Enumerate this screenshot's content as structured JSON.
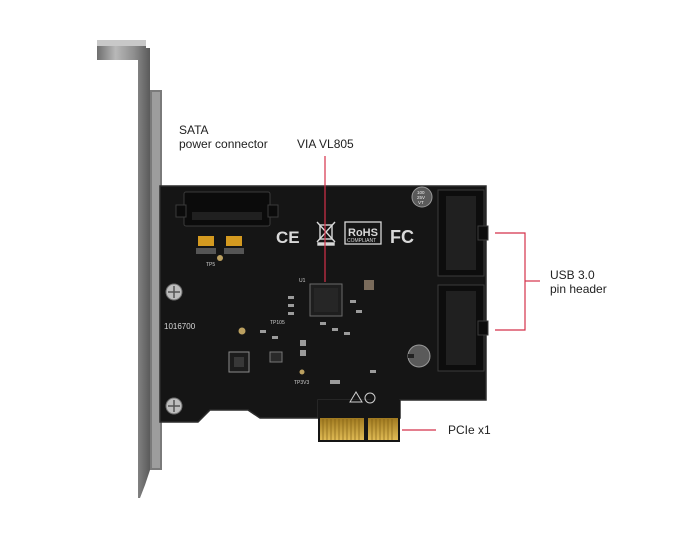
{
  "callouts": {
    "sata": [
      "SATA",
      "power connector"
    ],
    "chip": [
      "VIA VL805"
    ],
    "usb": [
      "USB 3.0",
      "pin header"
    ],
    "pcie": [
      "PCIe x1"
    ]
  },
  "board": {
    "serial": "1016700",
    "marks": {
      "ce": "CE",
      "rohs": "RoHS",
      "rohs_sub": "COMPLIANT",
      "fc": "FC",
      "u1": "U1",
      "tp5": "TP5",
      "tp105": "TP105",
      "tp3v3": "TP3V3",
      "cap_top": [
        "100",
        "25V",
        "VT"
      ]
    }
  },
  "colors": {
    "callout_line": "#d4314a",
    "pcb": "#161616",
    "bracket": "#9a9a9a",
    "gold": "#c9a13c"
  }
}
